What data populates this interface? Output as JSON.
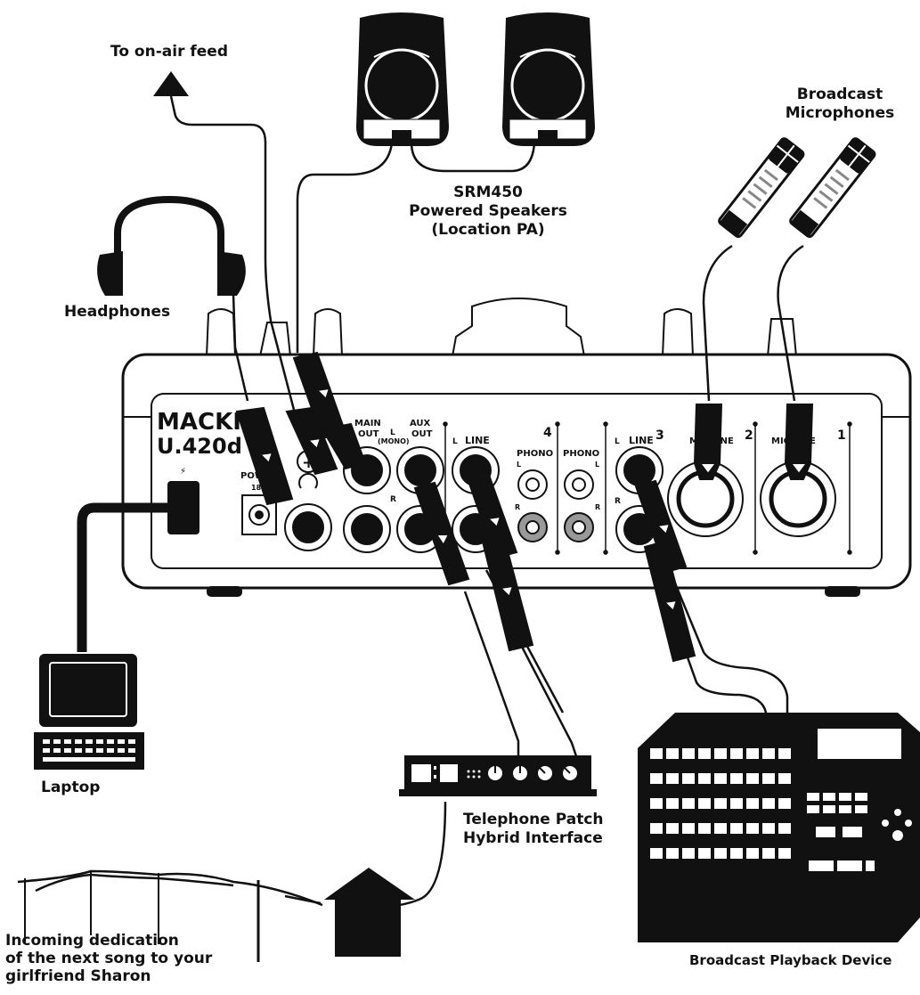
{
  "labels": {
    "on_air": "To on-air feed",
    "speakers_line1": "SRM450",
    "speakers_line2": "Powered Speakers",
    "speakers_line3": "(Location PA)",
    "mics_line1": "Broadcast",
    "mics_line2": "Microphones",
    "headphones": "Headphones",
    "laptop": "Laptop",
    "hybrid_line1": "Telephone Patch",
    "hybrid_line2": "Hybrid Interface",
    "playback": "Broadcast Playback Device",
    "phone_line1": "Incoming dedication",
    "phone_line2": "of the next song to your",
    "phone_line3": "girlfriend Sharon"
  },
  "mixer": {
    "brand": "MACKIE.",
    "model": "U.420d",
    "power": "POWER",
    "power_spec": "18V,1.5A",
    "main_out": "MAIN",
    "main_out2": "OUT",
    "aux_out": "AUX",
    "aux_out2": "OUT",
    "l_mono": "L",
    "mono": "(MONO)",
    "line": "LINE",
    "phono": "PHONO",
    "mic": "MIC  LINE",
    "ch4": "4",
    "ch3": "3",
    "ch2": "2",
    "ch1": "1",
    "l": "L",
    "r": "R"
  }
}
